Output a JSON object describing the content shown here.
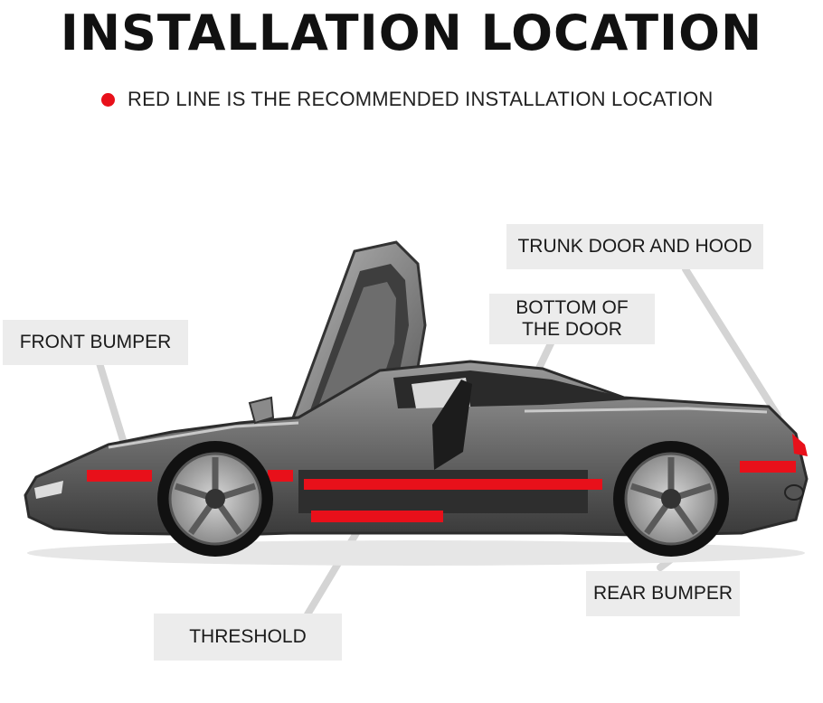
{
  "header": {
    "title": "INSTALLATION LOCATION",
    "subtitle": "RED LINE IS THE RECOMMENDED INSTALLATION LOCATION"
  },
  "labels": {
    "trunk": "TRUNK DOOR AND HOOD",
    "door_bottom_line1": "BOTTOM OF",
    "door_bottom_line2": "THE DOOR",
    "front_bumper": "FRONT BUMPER",
    "threshold": "THRESHOLD",
    "rear_bumper": "REAR BUMPER"
  },
  "colors": {
    "accent_red": "#e8101a",
    "label_bg": "#ececec",
    "car_body": "#6b6b6b"
  }
}
